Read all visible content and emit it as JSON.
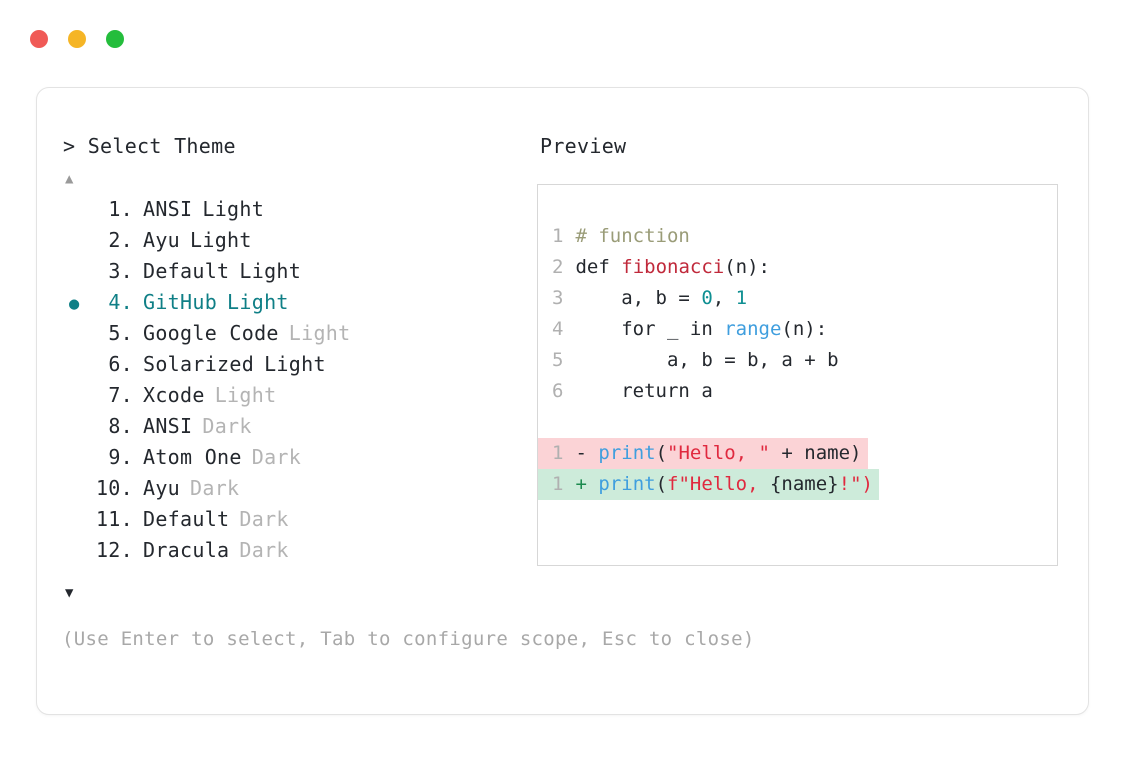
{
  "window": {
    "traffic_lights": [
      {
        "name": "close",
        "color": "#f05a56"
      },
      {
        "name": "minimize",
        "color": "#f5b526"
      },
      {
        "name": "maximize",
        "color": "#24bd3c"
      }
    ]
  },
  "prompt": {
    "caret": ">",
    "title": "Select Theme"
  },
  "scroll": {
    "up": "▲",
    "down": "▼"
  },
  "selection": {
    "bullet": "●",
    "selected_index": 4,
    "accent": "#0f7f86"
  },
  "themes": [
    {
      "index": "1.",
      "name": "ANSI",
      "variant": "Light",
      "variant_dim": false,
      "selected": false,
      "bullet": ""
    },
    {
      "index": "2.",
      "name": "Ayu",
      "variant": "Light",
      "variant_dim": false,
      "selected": false,
      "bullet": ""
    },
    {
      "index": "3.",
      "name": "Default",
      "variant": "Light",
      "variant_dim": false,
      "selected": false,
      "bullet": ""
    },
    {
      "index": "4.",
      "name": "GitHub",
      "variant": "Light",
      "variant_dim": false,
      "selected": true,
      "bullet": "●"
    },
    {
      "index": "5.",
      "name": "Google Code",
      "variant": "Light",
      "variant_dim": true,
      "selected": false,
      "bullet": ""
    },
    {
      "index": "6.",
      "name": "Solarized",
      "variant": "Light",
      "variant_dim": false,
      "selected": false,
      "bullet": ""
    },
    {
      "index": "7.",
      "name": "Xcode",
      "variant": "Light",
      "variant_dim": true,
      "selected": false,
      "bullet": ""
    },
    {
      "index": "8.",
      "name": "ANSI",
      "variant": "Dark",
      "variant_dim": true,
      "selected": false,
      "bullet": ""
    },
    {
      "index": "9.",
      "name": "Atom One",
      "variant": "Dark",
      "variant_dim": true,
      "selected": false,
      "bullet": ""
    },
    {
      "index": "10.",
      "name": "Ayu",
      "variant": "Dark",
      "variant_dim": true,
      "selected": false,
      "bullet": ""
    },
    {
      "index": "11.",
      "name": "Default",
      "variant": "Dark",
      "variant_dim": true,
      "selected": false,
      "bullet": ""
    },
    {
      "index": "12.",
      "name": "Dracula",
      "variant": "Dark",
      "variant_dim": true,
      "selected": false,
      "bullet": ""
    }
  ],
  "preview": {
    "label": "Preview",
    "code_lines": [
      {
        "number": "1",
        "tokens": [
          {
            "text": "# function",
            "cls": "tk-comment"
          }
        ]
      },
      {
        "number": "2",
        "tokens": [
          {
            "text": "def ",
            "cls": "tk-keyword"
          },
          {
            "text": "fibonacci",
            "cls": "tk-func"
          },
          {
            "text": "(n):",
            "cls": "tk-plain"
          }
        ]
      },
      {
        "number": "3",
        "tokens": [
          {
            "text": "    a, b = ",
            "cls": "tk-plain"
          },
          {
            "text": "0",
            "cls": "tk-number"
          },
          {
            "text": ", ",
            "cls": "tk-plain"
          },
          {
            "text": "1",
            "cls": "tk-number"
          }
        ]
      },
      {
        "number": "4",
        "tokens": [
          {
            "text": "    for _ in ",
            "cls": "tk-plain"
          },
          {
            "text": "range",
            "cls": "tk-builtin"
          },
          {
            "text": "(n):",
            "cls": "tk-plain"
          }
        ]
      },
      {
        "number": "5",
        "tokens": [
          {
            "text": "        a, b = b, a + b",
            "cls": "tk-plain"
          }
        ]
      },
      {
        "number": "6",
        "tokens": [
          {
            "text": "    return a",
            "cls": "tk-plain"
          }
        ]
      }
    ],
    "diff_lines": [
      {
        "number": "1",
        "marker": "-",
        "kind": "removed",
        "background": "#fbd3d6",
        "tokens": [
          {
            "text": "print",
            "cls": "tk-builtin"
          },
          {
            "text": "(",
            "cls": "tk-plain"
          },
          {
            "text": "\"Hello, \"",
            "cls": "tk-string"
          },
          {
            "text": " + name)",
            "cls": "tk-plain"
          }
        ]
      },
      {
        "number": "1",
        "marker": "+",
        "kind": "added",
        "background": "#cdebda",
        "tokens": [
          {
            "text": "print",
            "cls": "tk-builtin"
          },
          {
            "text": "(",
            "cls": "tk-plain"
          },
          {
            "text": "f\"Hello, ",
            "cls": "tk-string"
          },
          {
            "text": "{name}",
            "cls": "tk-plain"
          },
          {
            "text": "!\")",
            "cls": "tk-string"
          }
        ]
      }
    ]
  },
  "footer": {
    "hint": "(Use Enter to select, Tab to configure scope, Esc to close)"
  }
}
